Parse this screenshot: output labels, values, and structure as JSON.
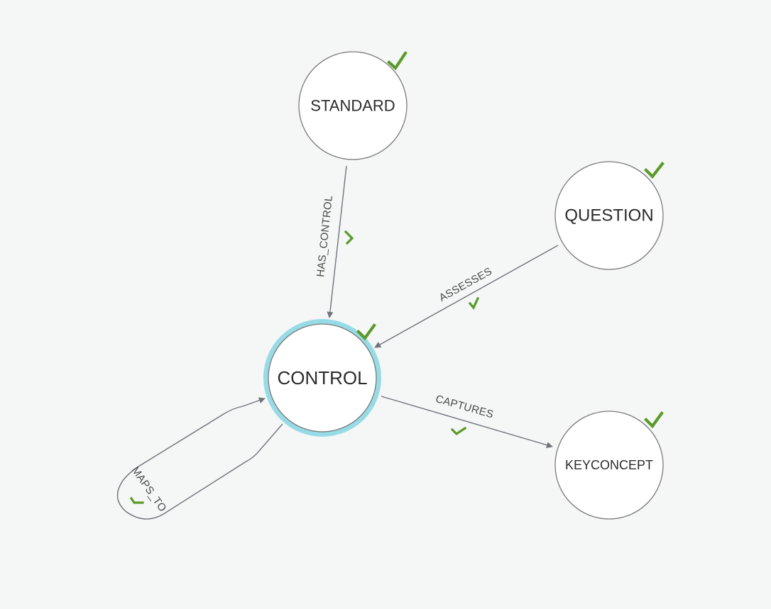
{
  "nodes": {
    "standard": {
      "label": "STANDARD",
      "status_icon": "check-icon",
      "status_color": "#5a9a2a"
    },
    "question": {
      "label": "QUESTION",
      "status_icon": "check-icon",
      "status_color": "#5a9a2a"
    },
    "control": {
      "label": "CONTROL",
      "status_icon": "check-icon",
      "status_color": "#5a9a2a",
      "selected": true,
      "highlight_color": "#96dbe6"
    },
    "keyconcept": {
      "label": "KEYCONCEPT",
      "status_icon": "check-icon",
      "status_color": "#5a9a2a"
    }
  },
  "relationships": {
    "has_control": {
      "label": "HAS_CONTROL",
      "from": "STANDARD",
      "to": "CONTROL"
    },
    "assesses": {
      "label": "ASSESSES",
      "from": "QUESTION",
      "to": "CONTROL"
    },
    "captures": {
      "label": "CAPTURES",
      "from": "CONTROL",
      "to": "KEYCONCEPT"
    },
    "maps_to": {
      "label": "MAPS_TO",
      "from": "CONTROL",
      "to": "CONTROL"
    }
  }
}
